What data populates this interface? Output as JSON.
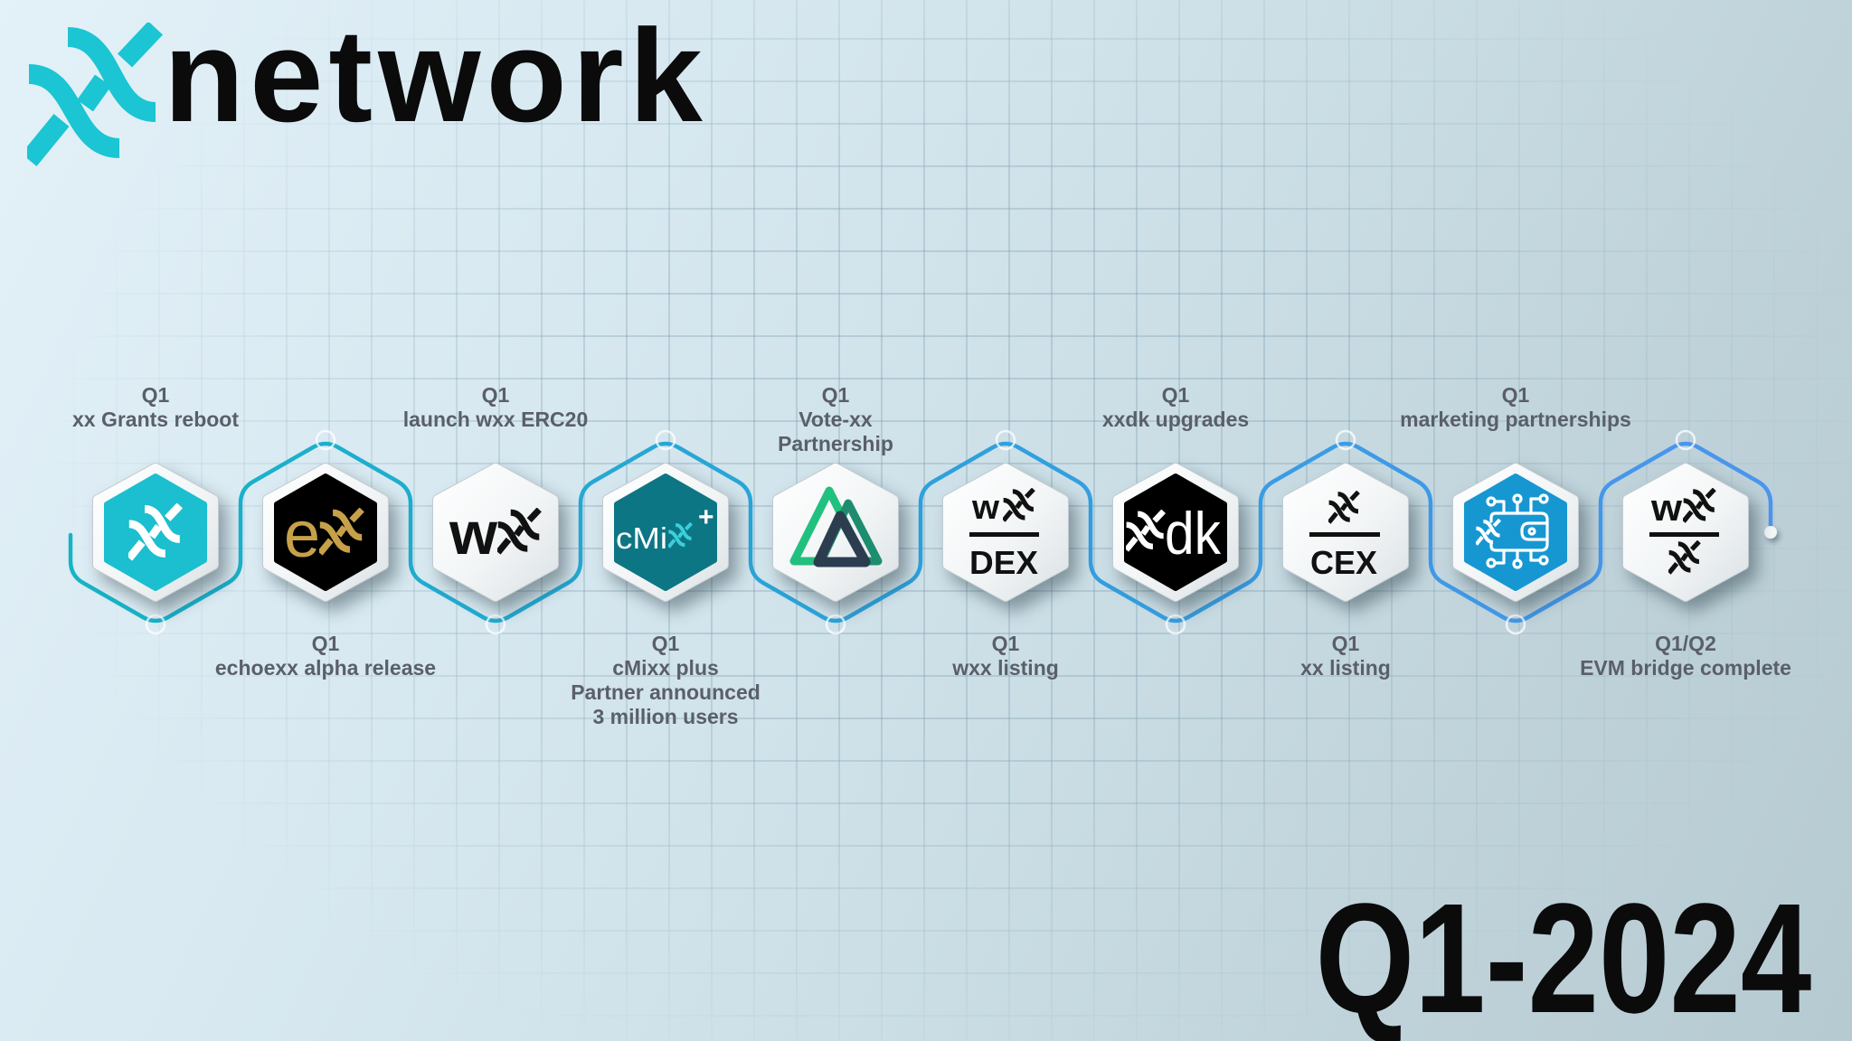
{
  "header": {
    "logo_icon": "xx-logo-icon",
    "brand_name": "network",
    "brand_color": "#1bc5d3",
    "text_color": "#0b0b0b"
  },
  "timeline": {
    "connector_colors": {
      "start": "#16b4c6",
      "mid": "#2ea1dc",
      "end": "#4b95ee"
    },
    "milestones": [
      {
        "position": "top",
        "quarter": "Q1",
        "lines": [
          "xx Grants reboot"
        ],
        "icon": "xx-grants-icon",
        "icon_bg": "#1bbfcf",
        "icon_fg": "#ffffff"
      },
      {
        "position": "bottom",
        "quarter": "Q1",
        "lines": [
          "echoexx alpha release"
        ],
        "icon": "echoexx-icon",
        "icon_bg": "#000000",
        "icon_fg": "#c7a14a",
        "icon_text": "e"
      },
      {
        "position": "top",
        "quarter": "Q1",
        "lines": [
          "launch wxx ERC20"
        ],
        "icon": "wxx-icon",
        "icon_fg": "#111111",
        "icon_text": "w"
      },
      {
        "position": "bottom",
        "quarter": "Q1",
        "lines": [
          "cMixx plus",
          "Partner announced",
          "3 million users"
        ],
        "icon": "cmixx-plus-icon",
        "icon_bg": "#0d7684",
        "icon_fg": "#ffffff",
        "icon_accent": "#3ccfdb",
        "icon_text": "cMi",
        "icon_badge": "+"
      },
      {
        "position": "top",
        "quarter": "Q1",
        "lines": [
          "Vote-xx",
          "Partnership"
        ],
        "icon": "vote-xx-icon",
        "icon_colors": [
          "#21c07e",
          "#1e8d6f",
          "#2b3d4f"
        ]
      },
      {
        "position": "bottom",
        "quarter": "Q1",
        "lines": [
          "wxx listing"
        ],
        "icon": "wxx-dex-icon",
        "icon_fg": "#111111",
        "icon_text": "w",
        "icon_subtext": "DEX"
      },
      {
        "position": "top",
        "quarter": "Q1",
        "lines": [
          "xxdk upgrades"
        ],
        "icon": "xxdk-icon",
        "icon_bg": "#000000",
        "icon_fg": "#ffffff",
        "icon_text": "dk"
      },
      {
        "position": "bottom",
        "quarter": "Q1",
        "lines": [
          "xx listing"
        ],
        "icon": "xx-cex-icon",
        "icon_fg": "#111111",
        "icon_subtext": "CEX"
      },
      {
        "position": "top",
        "quarter": "Q1",
        "lines": [
          "marketing partnerships"
        ],
        "icon": "xx-wallet-circuit-icon",
        "icon_bg": "#1797d2",
        "icon_fg": "#ffffff"
      },
      {
        "position": "bottom",
        "quarter": "Q1/Q2",
        "lines": [
          "EVM bridge complete"
        ],
        "icon": "wxx-xx-bridge-icon",
        "icon_fg": "#111111",
        "icon_text": "w"
      }
    ]
  },
  "period": {
    "label": "Q1-2024",
    "color": "#0b0b0b"
  },
  "theme": {
    "label_color": "#5a5f6a",
    "background_start": "#e3f1f8",
    "background_end": "#b6cad2"
  }
}
